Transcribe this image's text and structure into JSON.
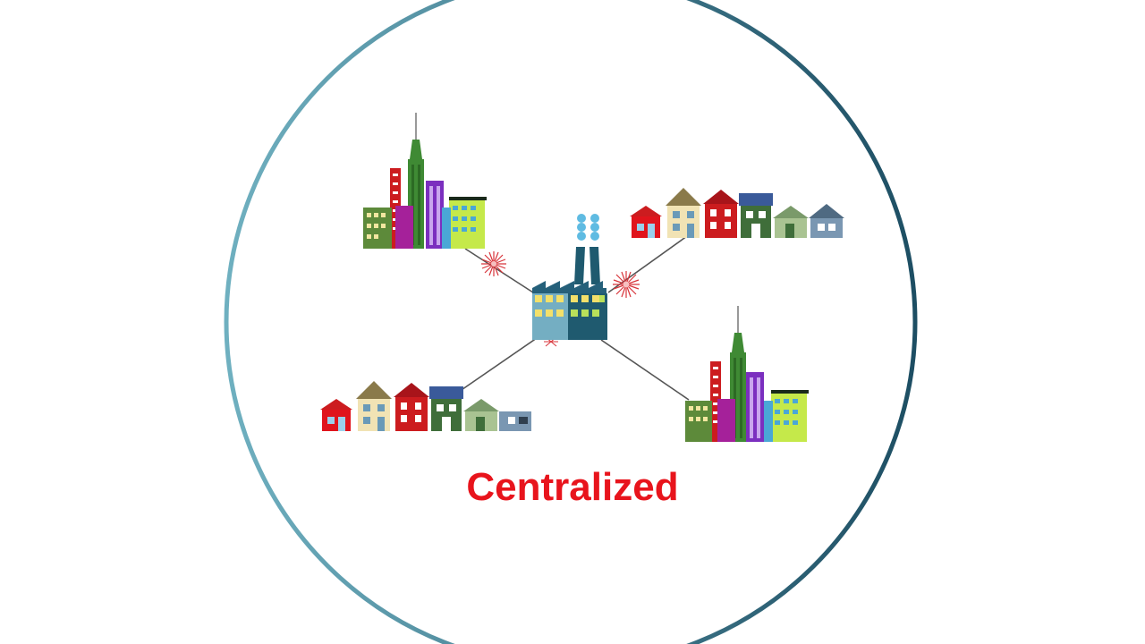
{
  "caption": "Centralized",
  "colors": {
    "caption": "#e8141c",
    "ring_left": "#6fb0c0",
    "ring_right": "#1d4e63",
    "lines": "#555555",
    "spark": "#d8353b",
    "factory_left": "#74aec2",
    "factory_right": "#1f5a6f",
    "smoke": "#5fbbe2",
    "window_yellow": "#f3e06a",
    "window_green": "#b8e05a"
  },
  "nodes": [
    {
      "id": "city-top-left",
      "kind": "city"
    },
    {
      "id": "houses-top-right",
      "kind": "houses"
    },
    {
      "id": "houses-bottom-left",
      "kind": "houses"
    },
    {
      "id": "city-bottom-right",
      "kind": "city"
    }
  ],
  "hub": {
    "id": "power-plant",
    "kind": "factory"
  }
}
